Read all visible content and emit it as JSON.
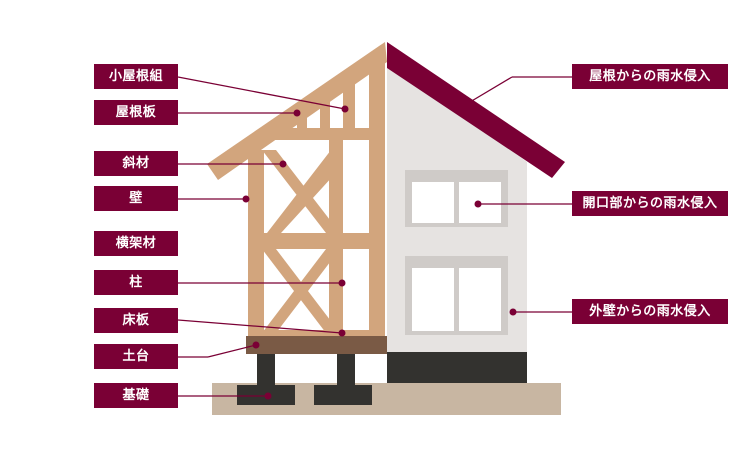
{
  "colors": {
    "label_bg": "#7a0035",
    "timber": "#d2a57d",
    "roof": "#7a0035",
    "wall": "#e6e3e1",
    "window_frame": "#cfcbc8",
    "sill": "#7a5a45",
    "foundation": "#33322f",
    "ground": "#c8b6a2"
  },
  "labels_left": [
    "小屋根組",
    "屋根板",
    "斜材",
    "壁",
    "横架材",
    "柱",
    "床板",
    "土台",
    "基礎"
  ],
  "labels_right": [
    "屋根からの雨水侵入",
    "開口部からの雨水侵入",
    "外壁からの雨水侵入"
  ]
}
